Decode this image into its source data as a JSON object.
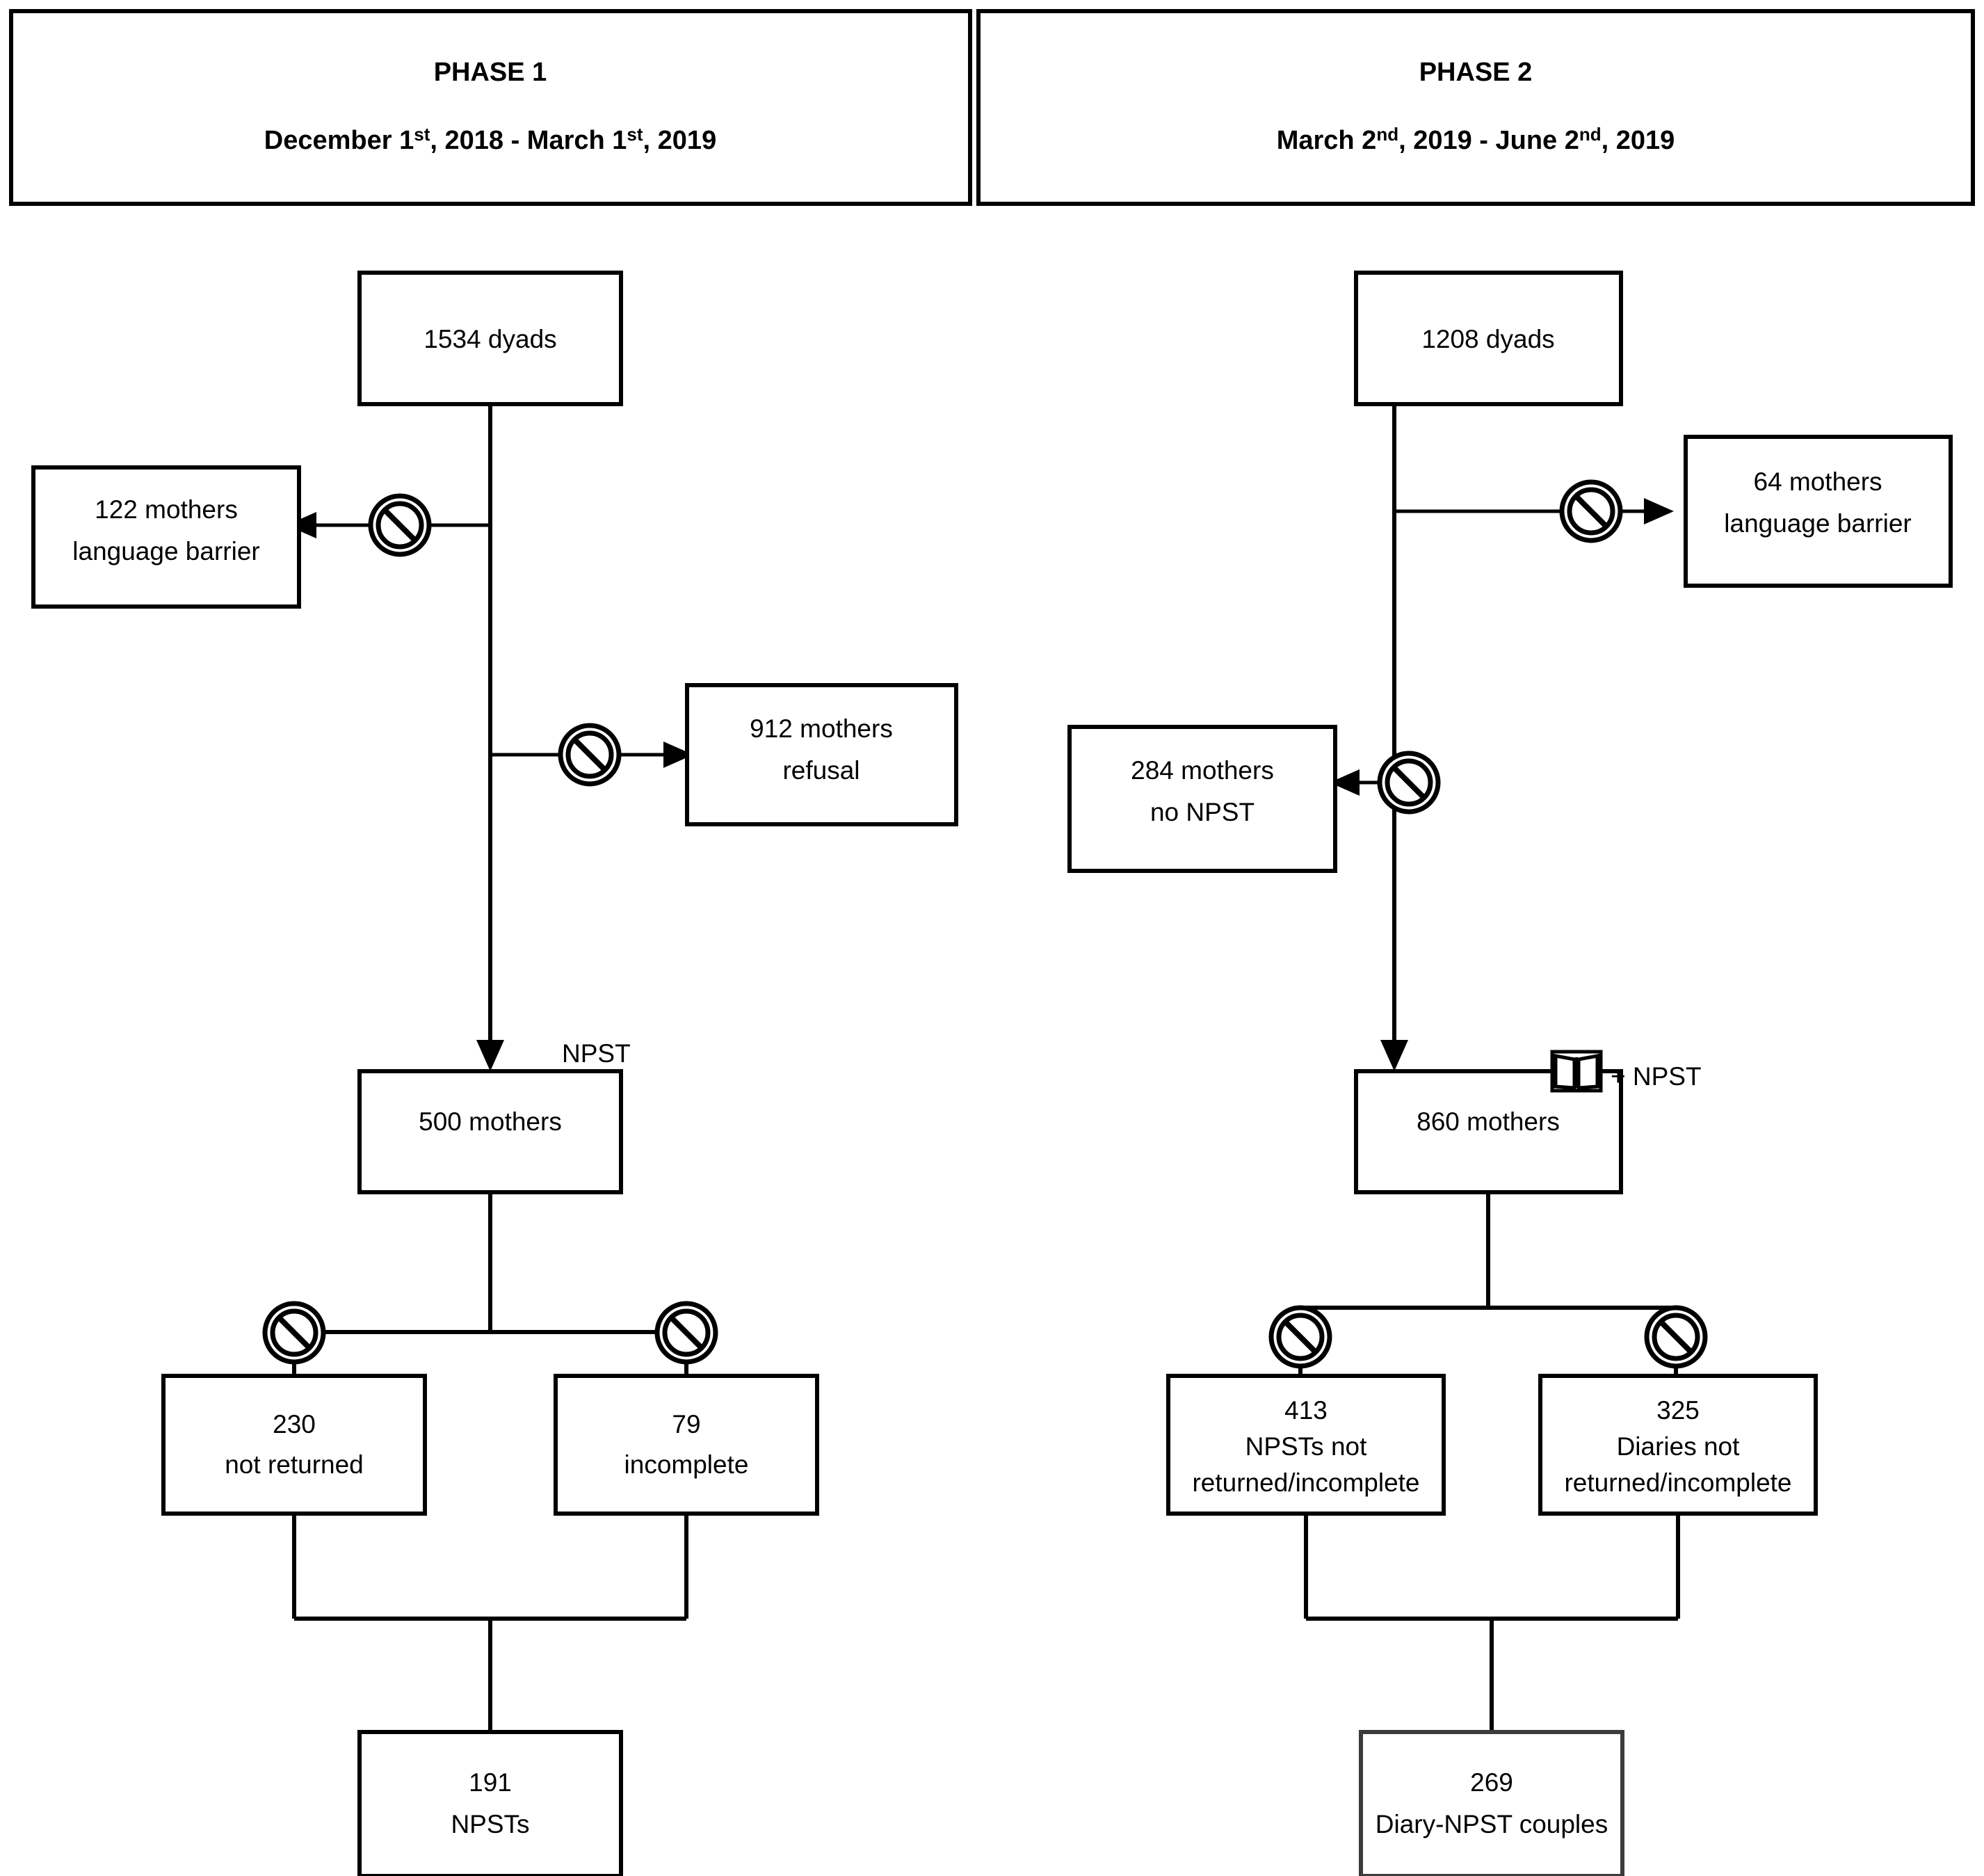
{
  "headers": [
    {
      "title": "PHASE 1",
      "date_prefix": "December 1",
      "date_sup1": "st",
      "date_mid": ", 2018 - March 1",
      "date_sup2": "st",
      "date_suffix": ", 2019"
    },
    {
      "title": "PHASE 2",
      "date_prefix": "March 2",
      "date_sup1": "nd",
      "date_mid": ", 2019 - June 2",
      "date_sup2": "nd",
      "date_suffix": ", 2019"
    }
  ],
  "phase1": {
    "start_box": "1534 dyads",
    "exclusion_language": {
      "line1": "122 mothers",
      "line2": "language barrier"
    },
    "exclusion_refusal": {
      "line1": "912 mothers",
      "line2": "refusal"
    },
    "instrument_label": "NPST",
    "cohort_box": "500 mothers",
    "loss_left": {
      "line1": "230",
      "line2": "not returned"
    },
    "loss_right": {
      "line1": "79",
      "line2": "incomplete"
    },
    "final_box": {
      "line1": "191",
      "line2": "NPSTs"
    }
  },
  "phase2": {
    "start_box": "1208 dyads",
    "exclusion_language": {
      "line1": "64 mothers",
      "line2": "language barrier"
    },
    "exclusion_nonpst": {
      "line1": "284 mothers",
      "line2": "no NPST"
    },
    "instrument_label": "+ NPST",
    "instrument_icon": "book-icon",
    "cohort_box": "860 mothers",
    "loss_left": {
      "line1": "413",
      "line2": "NPSTs not",
      "line3": "returned/incomplete"
    },
    "loss_right": {
      "line1": "325",
      "line2": "Diaries not",
      "line3": "returned/incomplete"
    },
    "final_box": {
      "line1": "269",
      "line2": "Diary-NPST couples"
    }
  },
  "icons": {
    "exclusion": "no-entry-icon",
    "book": "book-icon"
  },
  "colors": {
    "stroke": "#000000",
    "background": "#ffffff",
    "soft_stroke": "#3b3b3b"
  }
}
